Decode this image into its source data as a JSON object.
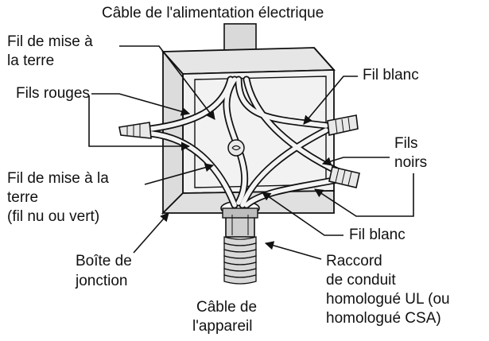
{
  "labels": {
    "power_cable": "Câble de l'alimentation électrique",
    "ground_wire_top": [
      "Fil de mise à",
      "la terre"
    ],
    "red_wires": "Fils rouges",
    "white_wire_top": "Fil blanc",
    "black_wires": [
      "Fils",
      "noirs"
    ],
    "ground_wire_bottom": [
      "Fil de mise à la",
      "terre",
      "(fil nu ou vert)"
    ],
    "white_wire_bottom": "Fil blanc",
    "junction_box": [
      "Boîte de",
      "jonction"
    ],
    "fitting": [
      "Raccord",
      "de conduit",
      "homologué UL (ou",
      "homologué CSA)"
    ],
    "fixture_cable": [
      "Câble de",
      "l'appareil"
    ]
  },
  "colors": {
    "ink": "#111111",
    "box_fill": "#e9e9e9",
    "box_side": "#cfcfcf",
    "conduit": "#d4d4d4",
    "wire_fill": "#f4f4f4"
  }
}
